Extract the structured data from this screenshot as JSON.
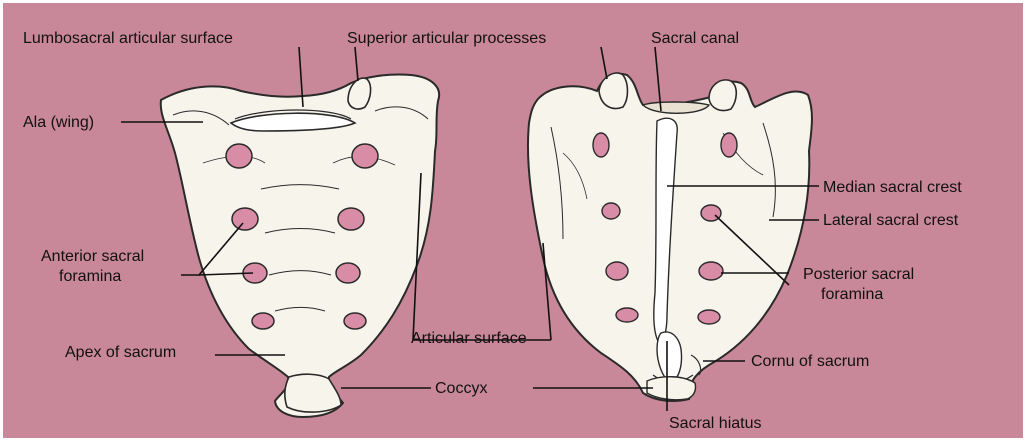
{
  "colors": {
    "background": "#c9879a",
    "bone": "#f7f4ec",
    "bone_shadow": "#e9e2d3",
    "outline": "#2a2a2a",
    "foramen_fill": "#d98ca6"
  },
  "labels": {
    "lumbosacral_articular_surface": "Lumbosacral articular surface",
    "superior_articular_processes": "Superior articular processes",
    "sacral_canal": "Sacral canal",
    "ala_wing": "Ala (wing)",
    "median_sacral_crest": "Median sacral crest",
    "lateral_sacral_crest": "Lateral sacral crest",
    "anterior_sacral_foramina_line1": "Anterior sacral",
    "anterior_sacral_foramina_line2": "foramina",
    "posterior_sacral_foramina_line1": "Posterior sacral",
    "posterior_sacral_foramina_line2": "foramina",
    "articular_surface": "Articular surface",
    "apex_of_sacrum": "Apex of sacrum",
    "cornu_of_sacrum": "Cornu of sacrum",
    "coccyx": "Coccyx",
    "sacral_hiatus": "Sacral hiatus"
  }
}
